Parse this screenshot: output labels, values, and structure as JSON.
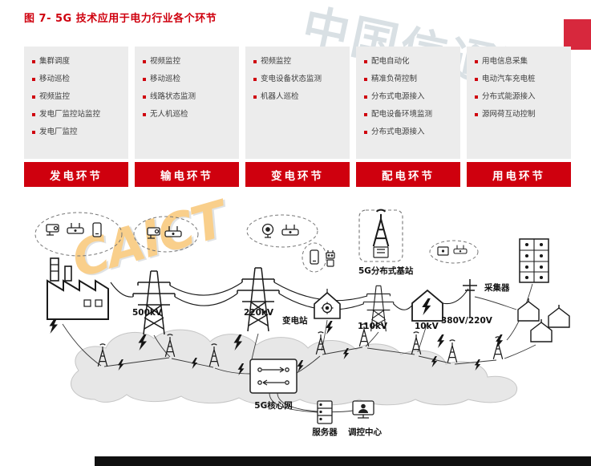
{
  "title": "图 7- 5G 技术应用于电力行业各个环节",
  "watermark": {
    "text": "中国信通院",
    "logo": "CAICT"
  },
  "colors": {
    "accent": "#cf000e",
    "panel_gray": "#ececec",
    "cloud_gray": "#e7e7e7"
  },
  "columns": [
    {
      "header": "发电环节",
      "items": [
        "集群调度",
        "移动巡检",
        "视频监控",
        "发电厂监控站监控",
        "发电厂监控"
      ]
    },
    {
      "header": "输电环节",
      "items": [
        "视频监控",
        "移动巡检",
        "线路状态监测",
        "无人机巡检"
      ]
    },
    {
      "header": "变电环节",
      "items": [
        "视频监控",
        "变电设备状态监测",
        "机器人巡检"
      ]
    },
    {
      "header": "配电环节",
      "items": [
        "配电自动化",
        "精准负荷控制",
        "分布式电源接入",
        "配电设备环境监测",
        "分布式电源接入"
      ]
    },
    {
      "header": "用电环节",
      "items": [
        "用电信息采集",
        "电动汽车充电桩",
        "分布式能源接入",
        "源网荷互动控制"
      ]
    }
  ],
  "diagram": {
    "labels": {
      "kv500": "500kV",
      "kv220": "220kV",
      "substation": "变电站",
      "kv110": "110kV",
      "kv10": "10kV",
      "v380_220": "380V/220V",
      "base_station": "5G分布式基站",
      "collector": "采集器",
      "core_network": "5G核心网",
      "server": "服务器",
      "control_center": "调控中心"
    }
  }
}
